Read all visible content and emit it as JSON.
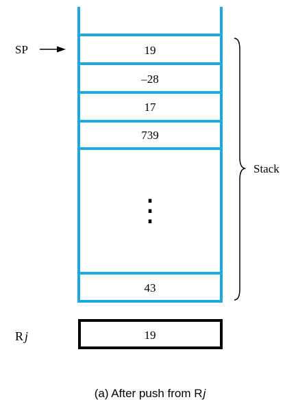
{
  "stack": {
    "cells": [
      "19",
      "–28",
      "17",
      "739",
      "43"
    ],
    "ellipsis": "⋮",
    "label": "Stack",
    "color": "#1ea8e0"
  },
  "sp": {
    "label": "SP"
  },
  "register": {
    "label_main": "R",
    "label_italic": "j",
    "value": "19"
  },
  "caption": {
    "prefix": "(a) After push from R",
    "italic": "j"
  }
}
